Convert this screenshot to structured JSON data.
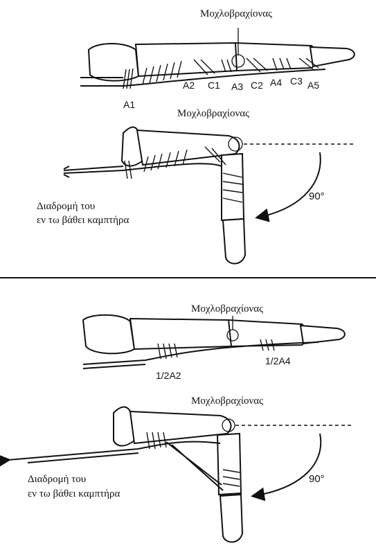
{
  "panel_top": {
    "extended": {
      "fulcrum_label": "Μοχλοβραχίονας",
      "pulleys": [
        "A1",
        "A2",
        "C1",
        "A3",
        "C2",
        "A4",
        "C3",
        "A5"
      ]
    },
    "flexed": {
      "fulcrum_label": "Μοχλοβραχίονας",
      "excursion_line1": "Διαδρομή του",
      "excursion_line2": "εν τω βάθει καμπτήρα",
      "angle": "90°"
    }
  },
  "panel_bottom": {
    "extended": {
      "fulcrum_label": "Μοχλοβραχίονας",
      "pulley_left": "1/2A2",
      "pulley_right": "1/2A4"
    },
    "flexed": {
      "fulcrum_label": "Μοχλοβραχίονας",
      "excursion_line1": "Διαδρομή του",
      "excursion_line2": "εν τω βάθει καμπτήρα",
      "angle": "90°"
    }
  }
}
